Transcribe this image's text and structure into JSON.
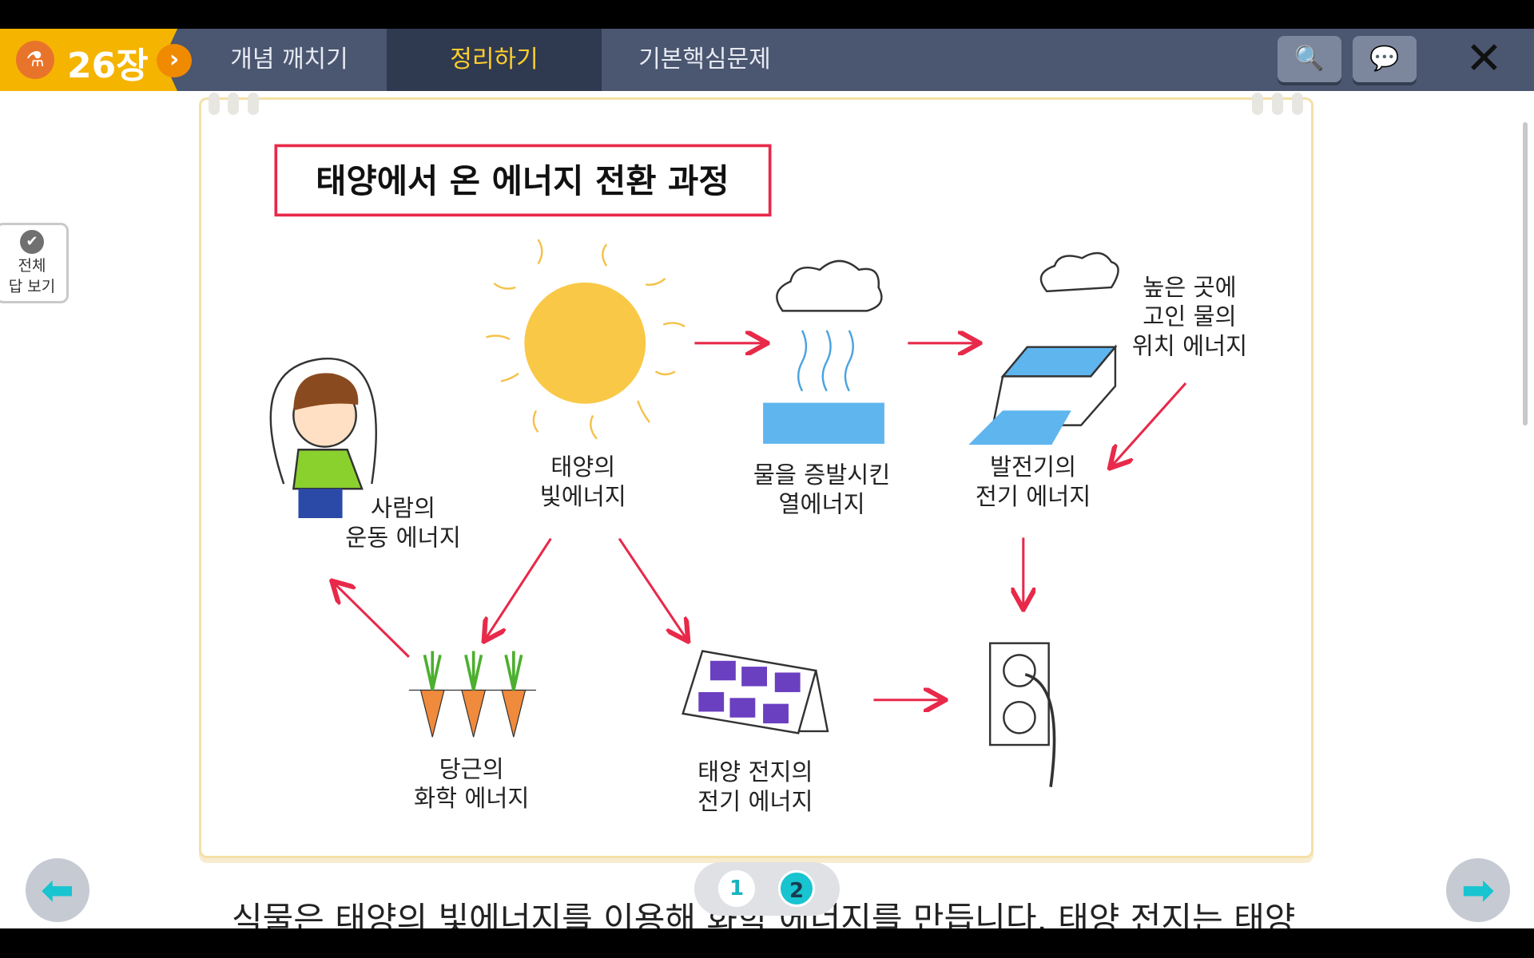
{
  "header": {
    "chapter": "26장",
    "tabs": [
      {
        "label": "개념 깨치기"
      },
      {
        "label": "정리하기",
        "active": true
      },
      {
        "label": "기본핵심문제"
      }
    ],
    "icons": [
      "search-book-icon",
      "chat-icon",
      "close-icon"
    ]
  },
  "sidebar": {
    "show_all_answers": [
      "전체",
      "답 보기"
    ]
  },
  "diagram": {
    "title": "태양에서 온 에너지 전환 과정",
    "labels": {
      "sun": [
        "태양의",
        "빛에너지"
      ],
      "heat": [
        "물을 증발시킨",
        "열에너지"
      ],
      "potential": [
        "높은 곳에",
        "고인 물의",
        "위치 에너지"
      ],
      "generator": [
        "발전기의",
        "전기 에너지"
      ],
      "person": [
        "사람의",
        "운동 에너지"
      ],
      "carrot": [
        "당근의",
        "화학 에너지"
      ],
      "solar_cell": [
        "태양 전지의",
        "전기 에너지"
      ]
    }
  },
  "pager": {
    "pages": [
      "1",
      "2"
    ],
    "current": "2"
  },
  "bottom_text": "식물은 태양의 빛에너지를 이용해 화학 에너지를 만듭니다. 태양 전지는 태양",
  "colors": {
    "accent": "#f5b400",
    "arrow": "#e8294a",
    "active_tab": "#ffcf2e",
    "teal": "#17c4d0"
  }
}
